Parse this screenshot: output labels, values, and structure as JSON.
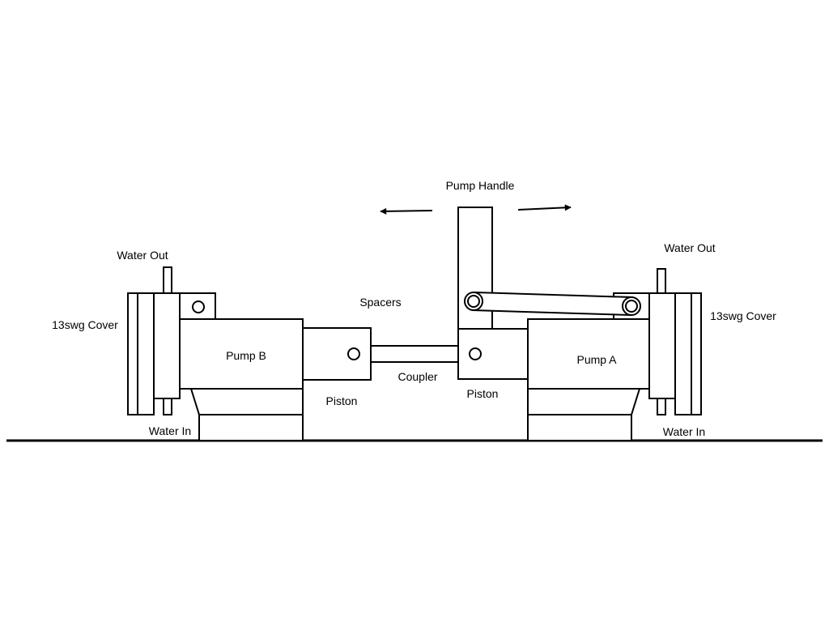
{
  "labels": {
    "pump_handle": "Pump Handle",
    "spacers": "Spacers",
    "coupler": "Coupler",
    "piston_left": "Piston",
    "piston_right": "Piston",
    "pump_b": "Pump B",
    "pump_a": "Pump A",
    "water_out_left": "Water Out",
    "water_out_right": "Water Out",
    "water_in_left": "Water In",
    "water_in_right": "Water In",
    "cover_left": "13swg Cover",
    "cover_right": "13swg Cover"
  },
  "colors": {
    "line": "#000000",
    "background": "#ffffff"
  }
}
